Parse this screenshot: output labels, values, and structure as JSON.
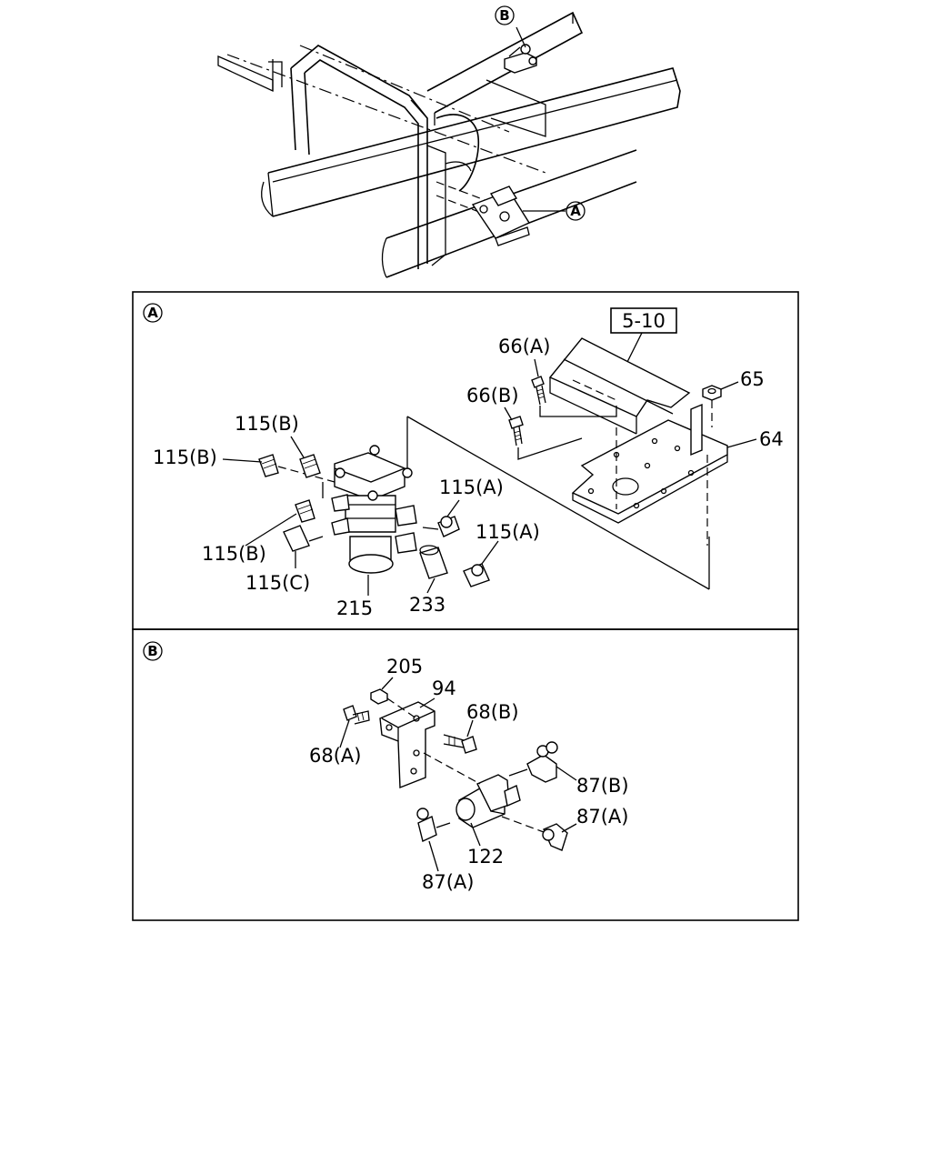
{
  "callouts": {
    "top_b": "B",
    "top_a": "A",
    "panel_a": "A",
    "panel_b": "B"
  },
  "panel_a": {
    "ref_box": "5-10",
    "labels": {
      "p66a": "66(A)",
      "p66b": "66(B)",
      "p65": "65",
      "p64": "64",
      "p115b_1": "115(B)",
      "p115b_2": "115(B)",
      "p115b_3": "115(B)",
      "p115c": "115(C)",
      "p115a_1": "115(A)",
      "p115a_2": "115(A)",
      "p215": "215",
      "p233": "233"
    }
  },
  "panel_b": {
    "labels": {
      "p205": "205",
      "p94": "94",
      "p68b": "68(B)",
      "p68a": "68(A)",
      "p87b": "87(B)",
      "p87a_1": "87(A)",
      "p87a_2": "87(A)",
      "p122": "122"
    }
  }
}
